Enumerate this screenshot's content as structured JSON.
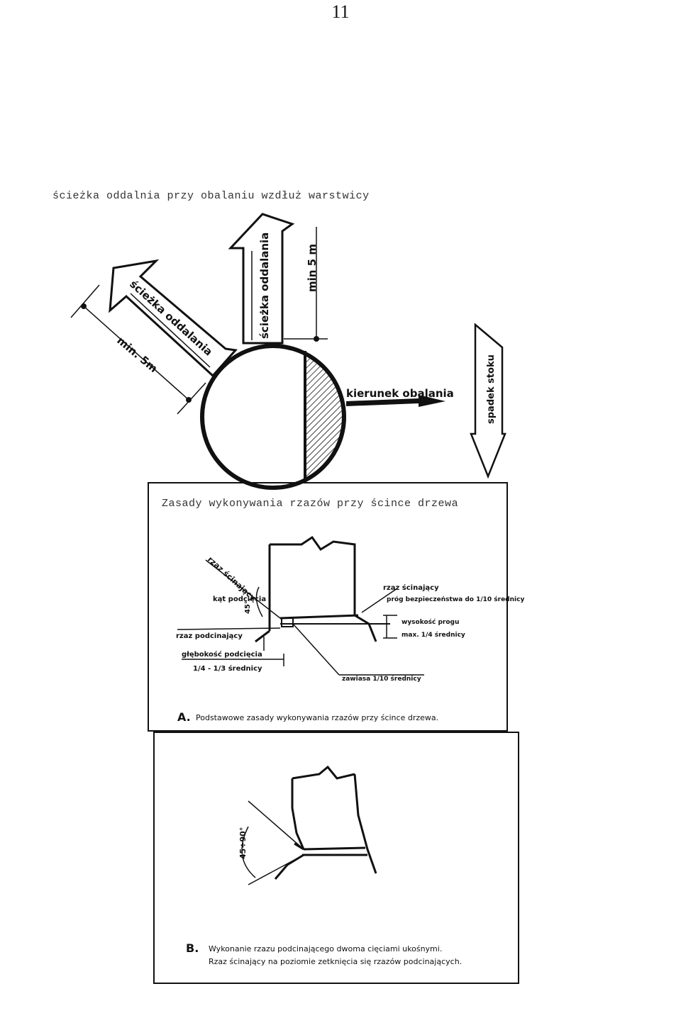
{
  "page_number": "11",
  "figure1": {
    "title": "ścieżka oddalnia przy obalaniu wzdłuż warstwicy",
    "path_label_left": "ścieżka oddalania",
    "path_label_up": "ścieżka oddalania",
    "dist_left": "min. 5m",
    "dist_up": "min 5 m",
    "fall_direction": "kierunek obalania",
    "slope": "spadek stoku"
  },
  "figure2": {
    "title": "Zasady wykonywania rzazów przy ścince drzewa",
    "panel_a": {
      "label_felling_cut": "rzaz ścinający",
      "label_undercut_top": "rzaz podcinający",
      "label_undercut_angle": "kąt podcięcia",
      "label_undercut_angle_value": "45°",
      "label_undercut": "rzaz podcinający",
      "label_depth": "głębokość podcięcia",
      "label_depth_value": "1/4 - 1/3 średnicy",
      "label_right_top": "rzaz ścinający",
      "label_safety": "próg bezpieczeństwa do 1/10 średnicy",
      "label_step": "wysokość progu",
      "label_step_max": "max. 1/4 średnicy",
      "label_hinge": "zawiasa 1/10 średnicy",
      "caption_letter": "A.",
      "caption": "Podstawowe zasady wykonywania rzazów przy ścince drzewa."
    },
    "panel_b": {
      "angle": "45÷90°",
      "caption_letter": "B.",
      "caption_line1": "Wykonanie rzazu podcinającego dwoma cięciami ukośnymi.",
      "caption_line2": "Rzaz ścinający na poziomie zetknięcia się rzazów podcinających."
    }
  }
}
